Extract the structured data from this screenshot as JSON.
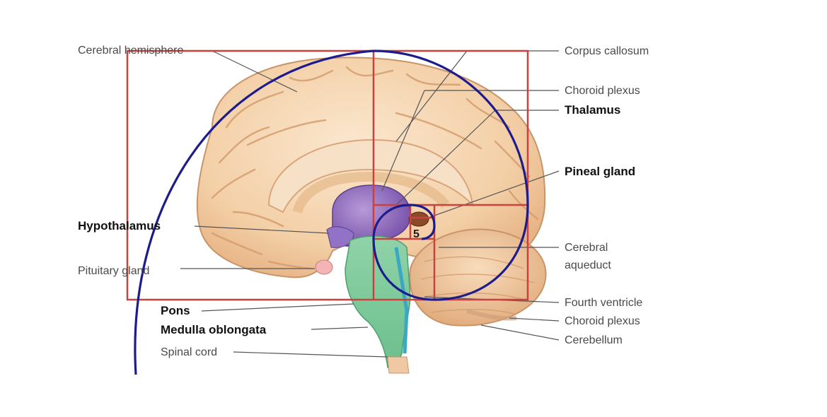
{
  "labels": {
    "cerebral_hemisphere": "Cerebral hemisphere",
    "hypothalamus": "Hypothalamus",
    "pituitary_gland": "Pituitary gland",
    "pons": "Pons",
    "medulla_oblongata": "Medulla oblongata",
    "spinal_cord": "Spinal cord",
    "corpus_callosum": "Corpus callosum",
    "choroid_plexus_upper": "Choroid plexus",
    "thalamus": "Thalamus",
    "pineal_gland": "Pineal gland",
    "cerebral_aqueduct_line1": "Cerebral",
    "cerebral_aqueduct_line2": "aqueduct",
    "fourth_ventricle": "Fourth ventricle",
    "choroid_plexus_lower": "Choroid plexus",
    "cerebellum": "Cerebellum"
  },
  "overlay": {
    "spiral_number": "5"
  },
  "colors": {
    "golden_rectangle": "#c8423f",
    "spiral": "#1c1c8c",
    "cerebrum": "#f4d2ad",
    "thalamus": "#8a63b8",
    "brainstem": "#7cc79a",
    "cerebellum": "#f2cda8",
    "leader_line": "#555555"
  }
}
